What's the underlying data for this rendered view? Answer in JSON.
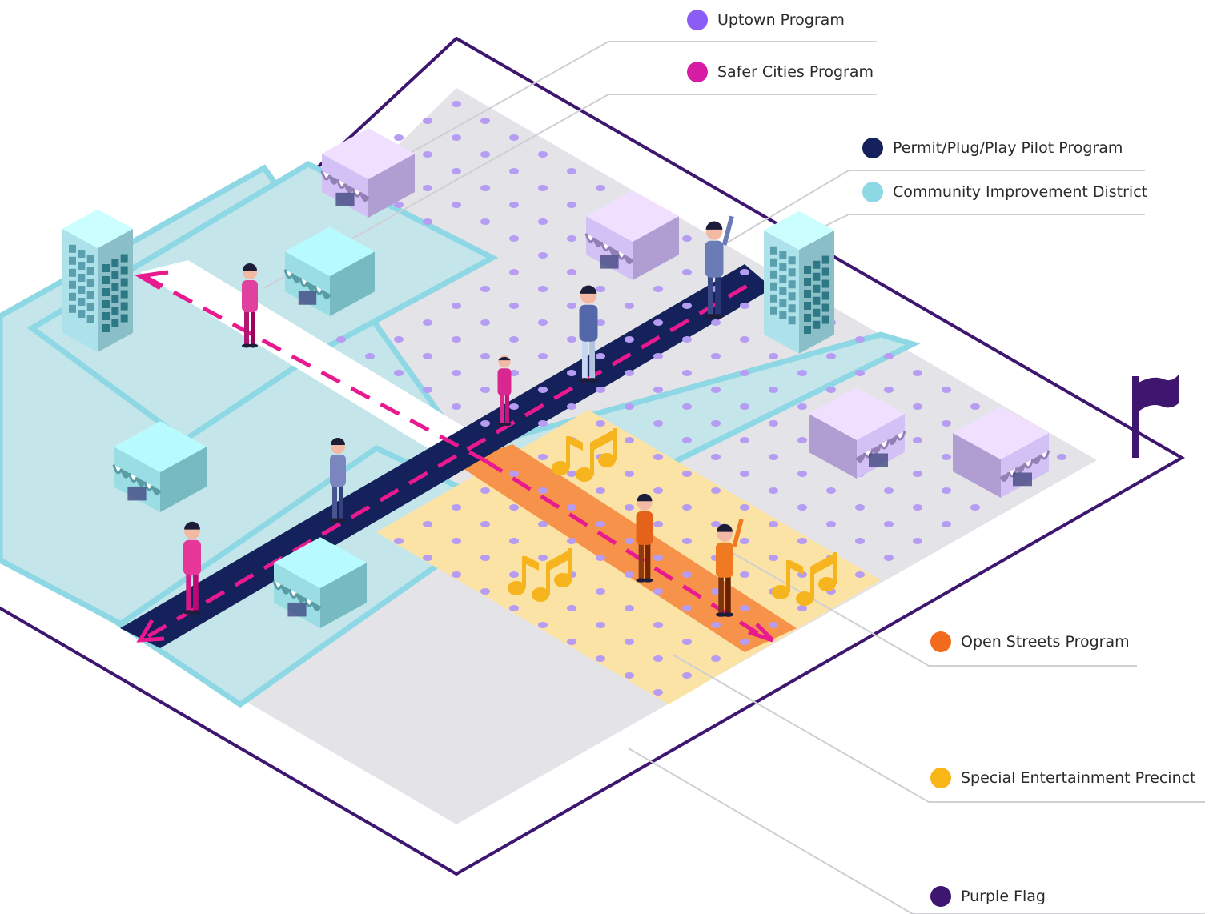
{
  "legend": [
    {
      "id": "uptown",
      "label": "Uptown Program",
      "color": "#8b5cf6",
      "icon": "circle-dot"
    },
    {
      "id": "safer-cities",
      "label": "Safer Cities Program",
      "color": "#d61ba5",
      "icon": "circle-dot"
    },
    {
      "id": "permit-plug-play",
      "label": "Permit/Plug/Play Pilot Program",
      "color": "#14215a",
      "icon": "circle-dot"
    },
    {
      "id": "community-improvement",
      "label": "Community Improvement District",
      "color": "#8dd8e4",
      "icon": "circle-dot"
    },
    {
      "id": "open-streets",
      "label": "Open Streets Program",
      "color": "#f26a1b",
      "icon": "circle-dot"
    },
    {
      "id": "entertainment-precinct",
      "label": "Special Entertainment Precinct",
      "color": "#f8b617",
      "icon": "circle-dot"
    },
    {
      "id": "purple-flag",
      "label": "Purple Flag",
      "color": "#3e166f",
      "icon": "circle-dot"
    }
  ],
  "colors": {
    "boundary": "#3e166f",
    "ground": "#e4e4e8",
    "cid_fill": "#c4e6ea",
    "cid_border": "#8dd8e4",
    "road": "#14215a",
    "dashes": "#e9198f",
    "orange_street": "#f6924a",
    "precinct": "#fbe3a6",
    "dots": "#b69cf2",
    "building": "#b7ecf4",
    "shop_purple": "#d8c6fb",
    "shop_teal": "#9fe2ea",
    "music": "#f6b51e"
  },
  "icons": [
    "building-icon",
    "shop-icon",
    "person-icon",
    "music-note-icon",
    "flag-icon"
  ]
}
